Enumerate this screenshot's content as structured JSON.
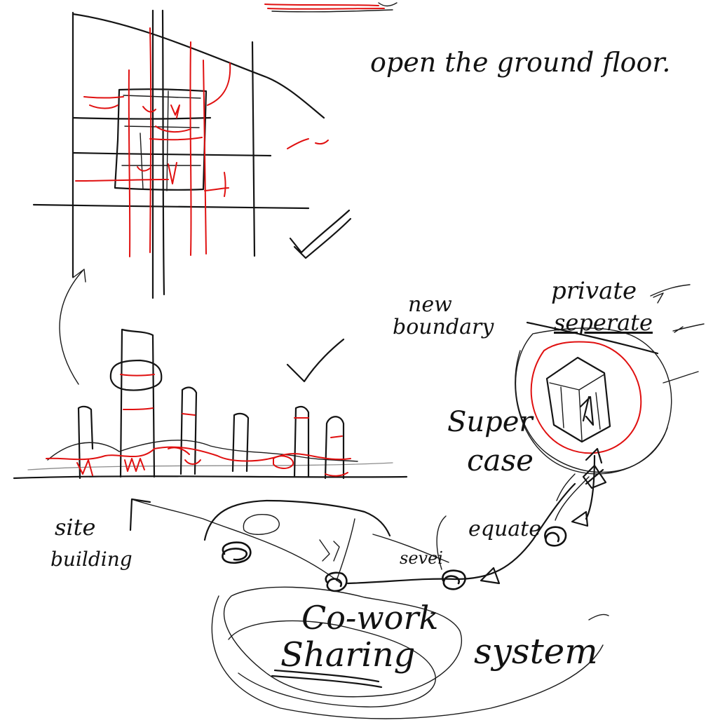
{
  "sketch": {
    "note_ground_floor": "open the ground floor.",
    "label_new_boundary_1": "new",
    "label_new_boundary_2": "boundary",
    "label_private": "private",
    "label_seperate": "seperate",
    "label_super_case_1": "Super",
    "label_super_case_2": "case",
    "label_site_building_1": "site",
    "label_site_building_2": "building",
    "label_sevein": "sevei",
    "label_equate": "equate",
    "label_co_work": "Co-work",
    "label_sharing": "Sharing",
    "label_system": "system"
  },
  "colors": {
    "ink": "#141414",
    "red_pen": "#e01010",
    "background": "#ffffff"
  }
}
